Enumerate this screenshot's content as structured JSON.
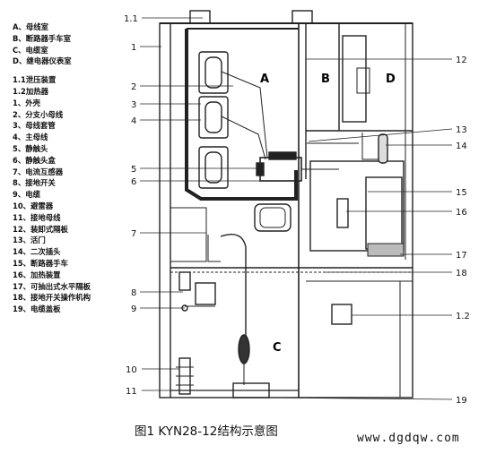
{
  "legend": {
    "compartments": [
      "A、母线室",
      "B、断路器手车室",
      "C、电缆室",
      "D、继电器仪表室"
    ],
    "items": [
      "1.1泄压装置",
      "1.2加热器",
      "1、外壳",
      "2、分支小母线",
      "3、母线套管",
      "4、主母线",
      "5、静触头",
      "6、静触头盒",
      "7、电流互感器",
      "8、接地开关",
      "9、电缆",
      "10、避雷器",
      "11、接地母线",
      "12、装卸式隔板",
      "13、活门",
      "14、二次插头",
      "15、断路器手车",
      "16、加热装置",
      "17、可抽出式水平隔板",
      "18、接地开关操作机构",
      "19、电缆盖板"
    ]
  },
  "callouts": {
    "left": [
      "1.1",
      "1",
      "2",
      "3",
      "4",
      "5",
      "6",
      "7",
      "8",
      "9",
      "10",
      "11"
    ],
    "right": [
      "12",
      "13",
      "14",
      "15",
      "16",
      "17",
      "18",
      "1.2",
      "19"
    ]
  },
  "compartment_labels": [
    "A",
    "B",
    "D",
    "C"
  ],
  "caption": "图1  KYN28-12结构示意图",
  "watermark": "www.dgdqw.com"
}
